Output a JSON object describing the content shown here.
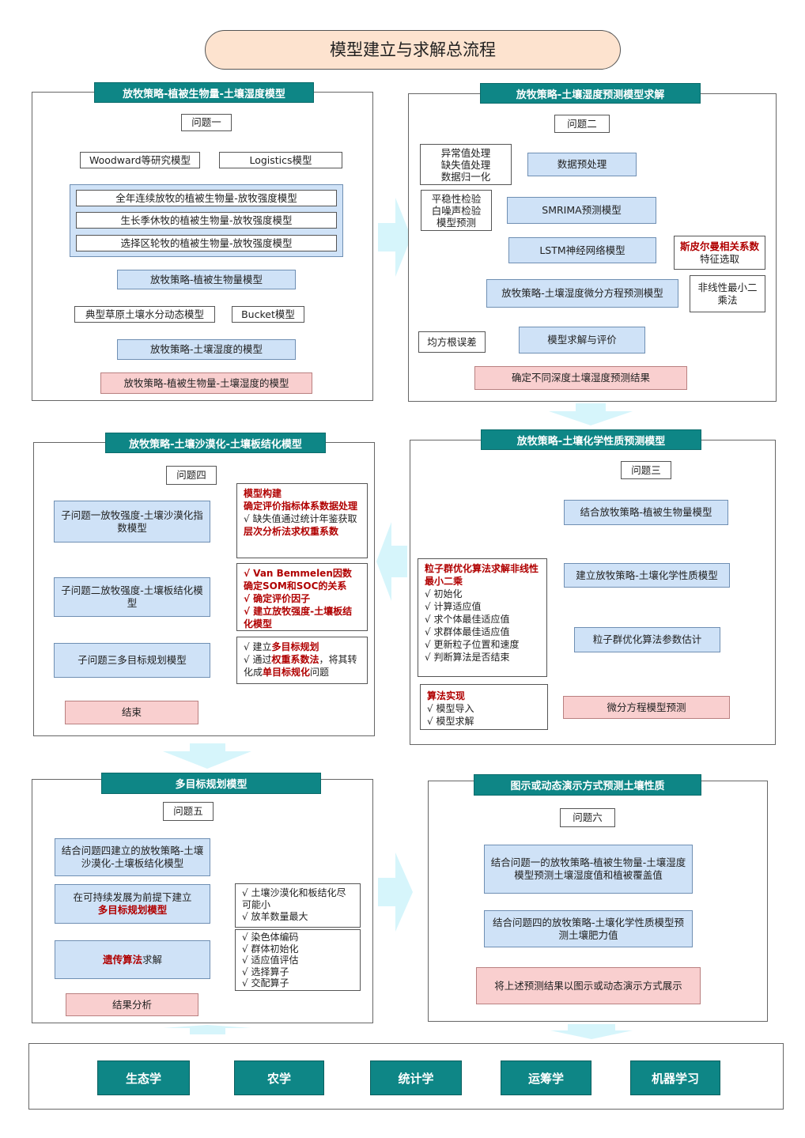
{
  "title": "模型建立与求解总流程",
  "colors": {
    "teal": "#0e8686",
    "blue": "#cfe2f7",
    "pink": "#f9cfcf",
    "arrow": "#d6f5fb"
  },
  "p1": {
    "header": "放牧策略-植被生物量-土壤湿度模型",
    "q": "问题一",
    "woodward": "Woodward等研究模型",
    "logistics": "Logistics模型",
    "m1": "全年连续放牧的植被生物量-放牧强度模型",
    "m2": "生长季休牧的植被生物量-放牧强度模型",
    "m3": "选择区轮牧的植被生物量-放牧强度模型",
    "veg": "放牧策略-植被生物量模型",
    "soilwater": "典型草原土壤水分动态模型",
    "bucket": "Bucket模型",
    "soil": "放牧策略-土壤湿度的模型",
    "final": "放牧策略-植被生物量-土壤湿度的模型"
  },
  "p2": {
    "header": "放牧策略-土壤湿度预测模型求解",
    "q": "问题二",
    "pre_note": [
      "异常值处理",
      "缺失值处理",
      "数据归一化"
    ],
    "pre": "数据预处理",
    "sm_note": [
      "平稳性检验",
      "白噪声检验",
      "模型预测"
    ],
    "sm": "SMRIMA预测模型",
    "lstm": "LSTM神经网络模型",
    "spear_red": "斯皮尔曼相关系数",
    "spear_rest": "特征选取",
    "diff": "放牧策略-土壤湿度微分方程预测模型",
    "nls": "非线性最小二乘法",
    "rmse": "均方根误差",
    "eval": "模型求解与评价",
    "final": "确定不同深度土壤湿度预测结果"
  },
  "p4": {
    "header": "放牧策略-土壤沙漠化-土壤板结化模型",
    "q": "问题四",
    "s1": "子问题一放牧强度-土壤沙漠化指数模型",
    "s2": "子问题二放牧强度-土壤板结化模型",
    "s3": "子问题三多目标规划模型",
    "end": "结束",
    "n1": {
      "l1": "模型构建",
      "l2": "确定评价指标体系数据处理",
      "l3": "√  缺失值通过统计年鉴获取",
      "l4": "层次分析法求权重系数"
    },
    "n2": {
      "l1": "√ Van Bemmelen因数确定SOM和SOC的关系",
      "l2": "√ 确定评价因子",
      "l3": "√ 建立放牧强度-土壤板结化模型"
    },
    "n3": {
      "l1a": "√ 建立",
      "l1b": "多目标规划",
      "l2a": "√ 通过",
      "l2b": "权重系数法",
      "l2c": "，将其转化成",
      "l2d": "单目标规化",
      "l2e": "问题"
    }
  },
  "p3": {
    "header": "放牧策略-土壤化学性质预测模型",
    "q": "问题三",
    "b1": "结合放牧策略-植被生物量模型",
    "b2": "建立放牧策略-土壤化学性质模型",
    "b3": "粒子群优化算法参数估计",
    "b4": "微分方程模型预测",
    "pso_title": "粒子群优化算法求解非线性最小二乘",
    "pso_items": [
      "√  初始化",
      "√  计算适应值",
      "√  求个体最佳适应值",
      "√  求群体最佳适应值",
      "√  更新粒子位置和速度",
      "√  判断算法是否结束"
    ],
    "impl_title": "算法实现",
    "impl_items": [
      "√  模型导入",
      "√  模型求解"
    ]
  },
  "p5": {
    "header": "多目标规划模型",
    "q": "问题五",
    "b1": "结合问题四建立的放牧策略-土壤沙漠化-土壤板结化模型",
    "b2a": "在可持续发展为前提下建立",
    "b2b": "多目标规划模型",
    "b3a": "遗传算法",
    "b3b": "求解",
    "end": "结果分析",
    "n1": [
      "√ 土壤沙漠化和板结化尽可能小",
      "√ 放羊数量最大"
    ],
    "n2": [
      "√ 染色体编码",
      "√ 群体初始化",
      "√ 适应值评估",
      "√ 选择算子",
      "√ 交配算子"
    ]
  },
  "p6": {
    "header": "图示或动态演示方式预测土壤性质",
    "q": "问题六",
    "b1": "结合问题一的放牧策略-植被生物量-土壤湿度模型预测土壤湿度值和植被覆盖值",
    "b2": "结合问题四的放牧策略-土壤化学性质模型预测土壤肥力值",
    "b3": "将上述预测结果以图示或动态演示方式展示"
  },
  "disciplines": [
    "生态学",
    "农学",
    "统计学",
    "运筹学",
    "机器学习"
  ]
}
